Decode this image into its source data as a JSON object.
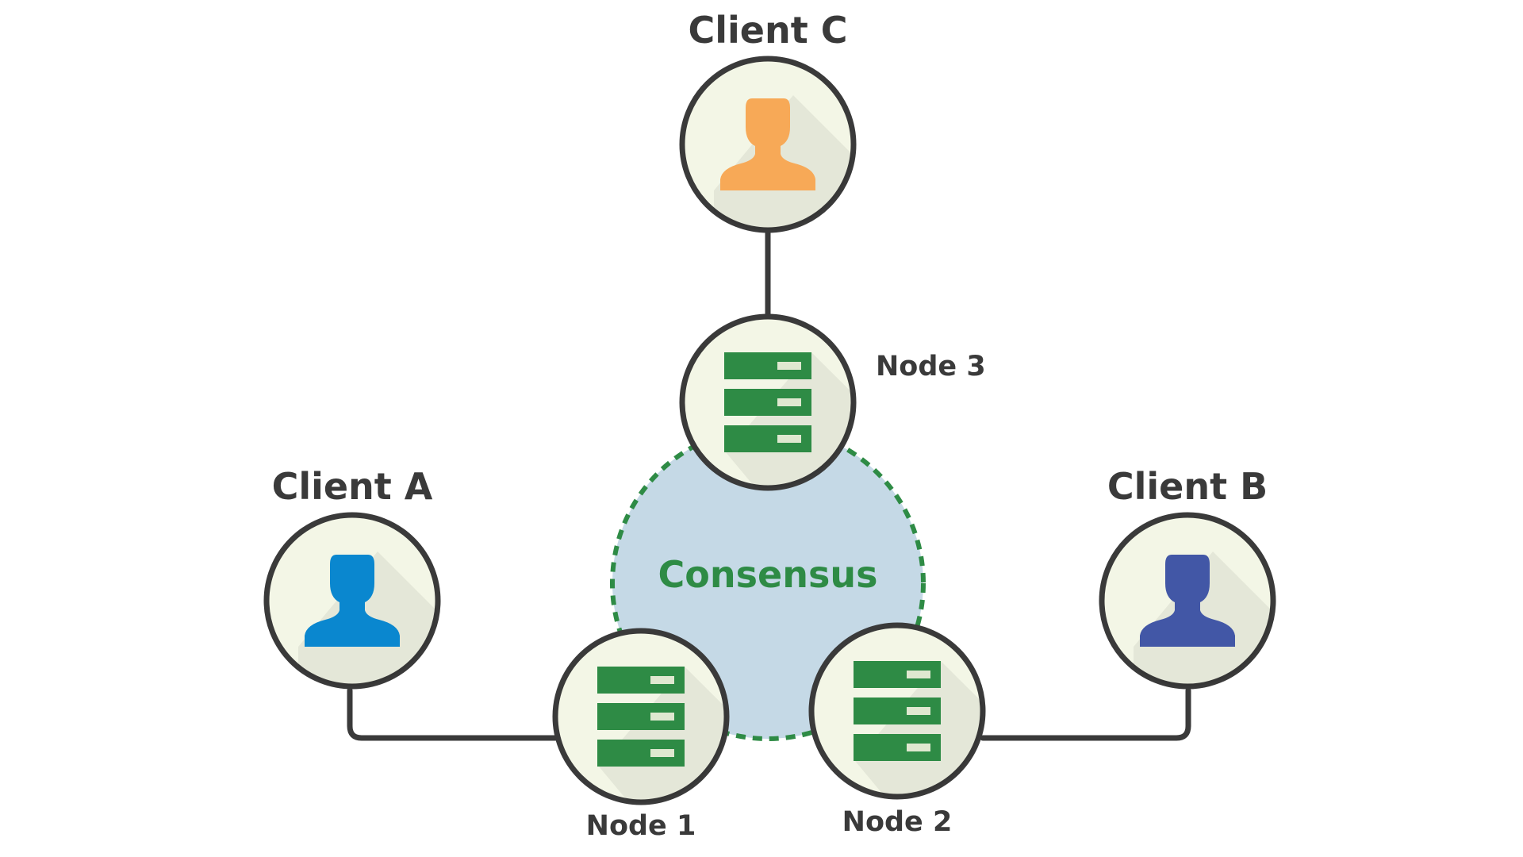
{
  "clients": {
    "a": {
      "label": "Client A",
      "color": "#0a87cf"
    },
    "b": {
      "label": "Client B",
      "color": "#4257a6"
    },
    "c": {
      "label": "Client C",
      "color": "#f7a957"
    }
  },
  "nodes": {
    "n1": {
      "label": "Node 1"
    },
    "n2": {
      "label": "Node 2"
    },
    "n3": {
      "label": "Node 3"
    }
  },
  "consensus": {
    "label": "Consensus",
    "text_color": "#2e8b45",
    "fill_color": "#c5d9e6",
    "border_color": "#2e8b45"
  },
  "colors": {
    "circle_fill": "#f3f6e6",
    "circle_stroke": "#3a3a3a",
    "server_green": "#2e8b45",
    "server_slot": "#dfe8d0"
  },
  "icons": {
    "client": "person-icon",
    "node": "server-rack-icon"
  }
}
